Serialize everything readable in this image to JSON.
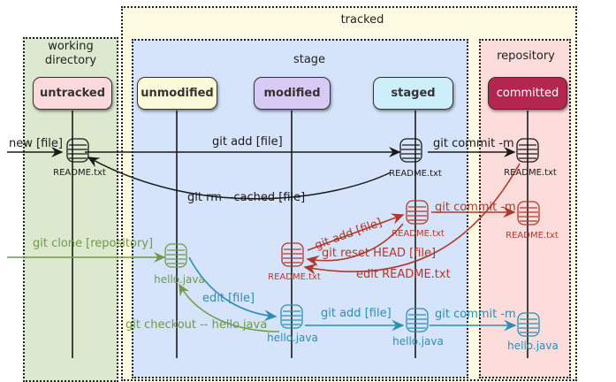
{
  "regions": {
    "tracked": "tracked",
    "working_directory": "working\ndirectory",
    "working_directory_line1": "working",
    "working_directory_line2": "directory",
    "stage": "stage",
    "repository": "repository"
  },
  "states": [
    {
      "id": "untracked",
      "label": "untracked",
      "fill": "#fcd9dc",
      "text": "#333333"
    },
    {
      "id": "unmodified",
      "label": "unmodified",
      "fill": "#fbfad9",
      "text": "#333333"
    },
    {
      "id": "modified",
      "label": "modified",
      "fill": "#d9c9f5",
      "text": "#333333"
    },
    {
      "id": "staged",
      "label": "staged",
      "fill": "#cdeefb",
      "text": "#333333"
    },
    {
      "id": "committed",
      "label": "committed",
      "fill": "#b5264f",
      "text": "#ffffff"
    }
  ],
  "colors": {
    "black": "#1a1a1a",
    "red": "#b2372b",
    "green": "#6e9a4a",
    "teal": "#2a8fb3"
  },
  "files": {
    "readme": "README.txt",
    "hello": "hello.java"
  },
  "transitions": {
    "new_file": "new [file]",
    "git_add_black": "git add [file]",
    "git_commit_black": "git commit -m",
    "git_rm_cached": "git rm --cached [file]",
    "git_add_red": "git add [file]",
    "git_commit_red": "git commit -m",
    "git_reset_head": "git reset HEAD [file]",
    "edit_readme": "edit README.txt",
    "git_clone": "git clone [repository]",
    "edit_file": "edit [file]",
    "git_checkout": "git checkout -- hello.java",
    "git_add_teal": "git add [file]",
    "git_commit_teal": "git commit -m"
  }
}
